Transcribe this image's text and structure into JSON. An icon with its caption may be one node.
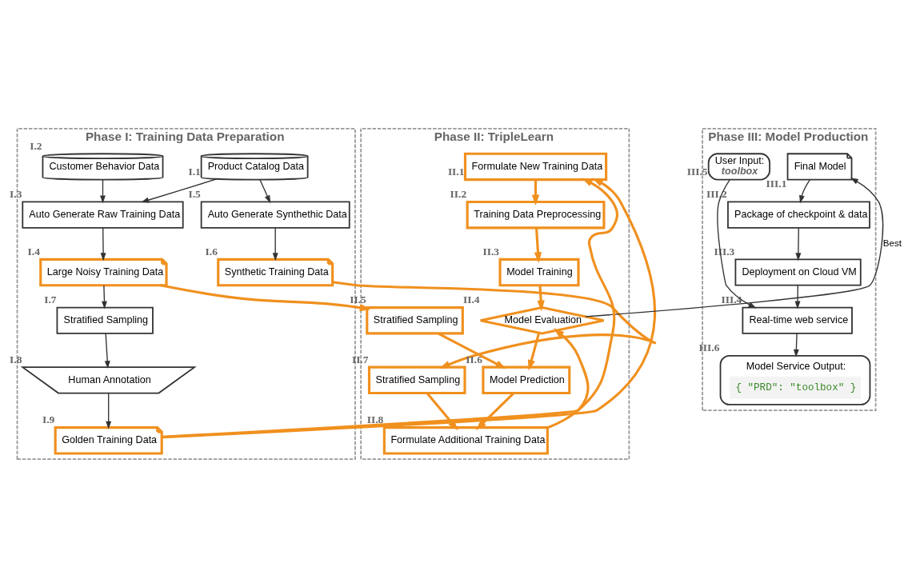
{
  "diagram": {
    "nodes": [
      {
        "text": [
          "Phase I: Training Data Preparation"
        ]
      },
      {
        "text": [
          "Phase II: TripleLearn"
        ]
      },
      {
        "text": [
          "Phase III: Model Production"
        ]
      },
      {
        "text": [
          "Product Catalog Data"
        ],
        "in": 0,
        "beside": [
          "I.1"
        ]
      },
      {
        "text": [
          "Customer Behavior Data"
        ],
        "in": 0,
        "beside": [
          "I.2"
        ]
      },
      {
        "text": [
          "Auto Generate Raw Training Data"
        ],
        "in": 0,
        "beside": [
          "I.3"
        ]
      },
      {
        "text": [
          "Large Noisy Training Data"
        ],
        "in": 0,
        "beside": [
          "I.4"
        ]
      },
      {
        "text": [
          "Auto Generate Synthethic Data"
        ],
        "in": 0,
        "beside": [
          "I.5"
        ]
      },
      {
        "text": [
          "Synthetic Training Data"
        ],
        "in": 0,
        "beside": [
          "I.6"
        ]
      },
      {
        "text": [
          "Stratified Sampling"
        ],
        "in": 0,
        "beside": [
          "I.7"
        ]
      },
      {
        "text": [
          "Human Annotation"
        ],
        "in": 0,
        "beside": [
          "I.8"
        ]
      },
      {
        "text": [
          "Golden Training Data"
        ],
        "in": 0,
        "beside": [
          "I.9"
        ]
      },
      {
        "text": [
          "Formulate New Training Data"
        ],
        "in": 1,
        "beside": [
          "II.1"
        ]
      },
      {
        "text": [
          "Training Data Preprocessing"
        ],
        "in": 1,
        "beside": [
          "II.2"
        ]
      },
      {
        "text": [
          "Model Training"
        ],
        "in": 1,
        "beside": [
          "II.3"
        ]
      },
      {
        "text": [
          "Model Evaluation"
        ],
        "in": 1,
        "beside": [
          "II.4"
        ]
      },
      {
        "text": [
          "Stratified Sampling"
        ],
        "in": 1,
        "beside": [
          "II.5"
        ]
      },
      {
        "text": [
          "Model Prediction"
        ],
        "in": 1,
        "beside": [
          "II.6"
        ]
      },
      {
        "text": [
          "Stratified Sampling"
        ],
        "in": 1,
        "beside": [
          "II.7"
        ]
      },
      {
        "text": [
          "Formulate Additional Training Data"
        ],
        "in": 1,
        "beside": [
          "II.8"
        ]
      },
      {
        "text": [
          "Final Model"
        ],
        "in": 2,
        "beside": [
          "III.1"
        ]
      },
      {
        "text": [
          "Package of checkpoint & data"
        ],
        "in": 2,
        "beside": [
          "III.2"
        ]
      },
      {
        "text": [
          "Deployment on Cloud VM"
        ],
        "in": 2,
        "beside": [
          "III.3"
        ]
      },
      {
        "text": [
          "Real-time web service"
        ],
        "in": 2,
        "beside": [
          "III.4"
        ]
      },
      {
        "text": [
          "User Input:",
          "toolbox"
        ],
        "in": 2,
        "beside": [
          "III.5"
        ]
      },
      {
        "text": [
          "Model Service Output:",
          "{ \"PRD\": \"toolbox\" }"
        ],
        "in": 2,
        "beside": [
          "III.6"
        ]
      }
    ],
    "edges": [
      {
        "from": 3,
        "to": 5,
        "arrow": "to"
      },
      {
        "from": 3,
        "to": 7,
        "arrow": "to"
      },
      {
        "from": 4,
        "to": 5,
        "arrow": "to"
      },
      {
        "from": 5,
        "to": 6,
        "arrow": "to"
      },
      {
        "from": 7,
        "to": 8,
        "arrow": "to"
      },
      {
        "from": 6,
        "to": 9,
        "arrow": "to"
      },
      {
        "from": 9,
        "to": 10,
        "arrow": "to"
      },
      {
        "from": 10,
        "to": 11,
        "arrow": "to"
      },
      {
        "from": 11,
        "to": 12,
        "arrow": "to",
        "style": "thick",
        "color": "#f0901e"
      },
      {
        "from": 11,
        "to": 15,
        "arrow": "to",
        "style": "thick",
        "color": "#f0901e"
      },
      {
        "from": 6,
        "to": 16,
        "arrow": "to",
        "style": "thick",
        "color": "#f0901e"
      },
      {
        "from": 16,
        "to": 17,
        "arrow": "to",
        "style": "thick",
        "color": "#f0901e"
      },
      {
        "from": 8,
        "to": 18,
        "arrow": "to",
        "style": "thick",
        "color": "#f0901e"
      },
      {
        "from": 18,
        "to": 19,
        "arrow": "to",
        "style": "thick",
        "color": "#f0901e"
      },
      {
        "from": 12,
        "to": 13,
        "arrow": "to",
        "style": "thick",
        "color": "#f0901e"
      },
      {
        "from": 13,
        "to": 14,
        "arrow": "to",
        "style": "thick",
        "color": "#f0901e"
      },
      {
        "from": 14,
        "to": 15,
        "arrow": "to",
        "style": "thick",
        "color": "#f0901e"
      },
      {
        "from": 15,
        "to": 17,
        "arrow": "to",
        "style": "thick",
        "color": "#f0901e"
      },
      {
        "from": 17,
        "to": 19,
        "arrow": "to",
        "style": "thick",
        "color": "#f0901e"
      },
      {
        "from": 19,
        "to": 12,
        "arrow": "to",
        "style": "thick",
        "color": "#f0901e"
      },
      {
        "from": 15,
        "to": 20,
        "arrow": "to",
        "label": "Best"
      },
      {
        "from": 20,
        "to": 21,
        "arrow": "to"
      },
      {
        "from": 21,
        "to": 22,
        "arrow": "to"
      },
      {
        "from": 22,
        "to": 23,
        "arrow": "to"
      },
      {
        "from": 24,
        "to": 23,
        "arrow": "to"
      },
      {
        "from": 23,
        "to": 25,
        "arrow": "to"
      }
    ]
  }
}
